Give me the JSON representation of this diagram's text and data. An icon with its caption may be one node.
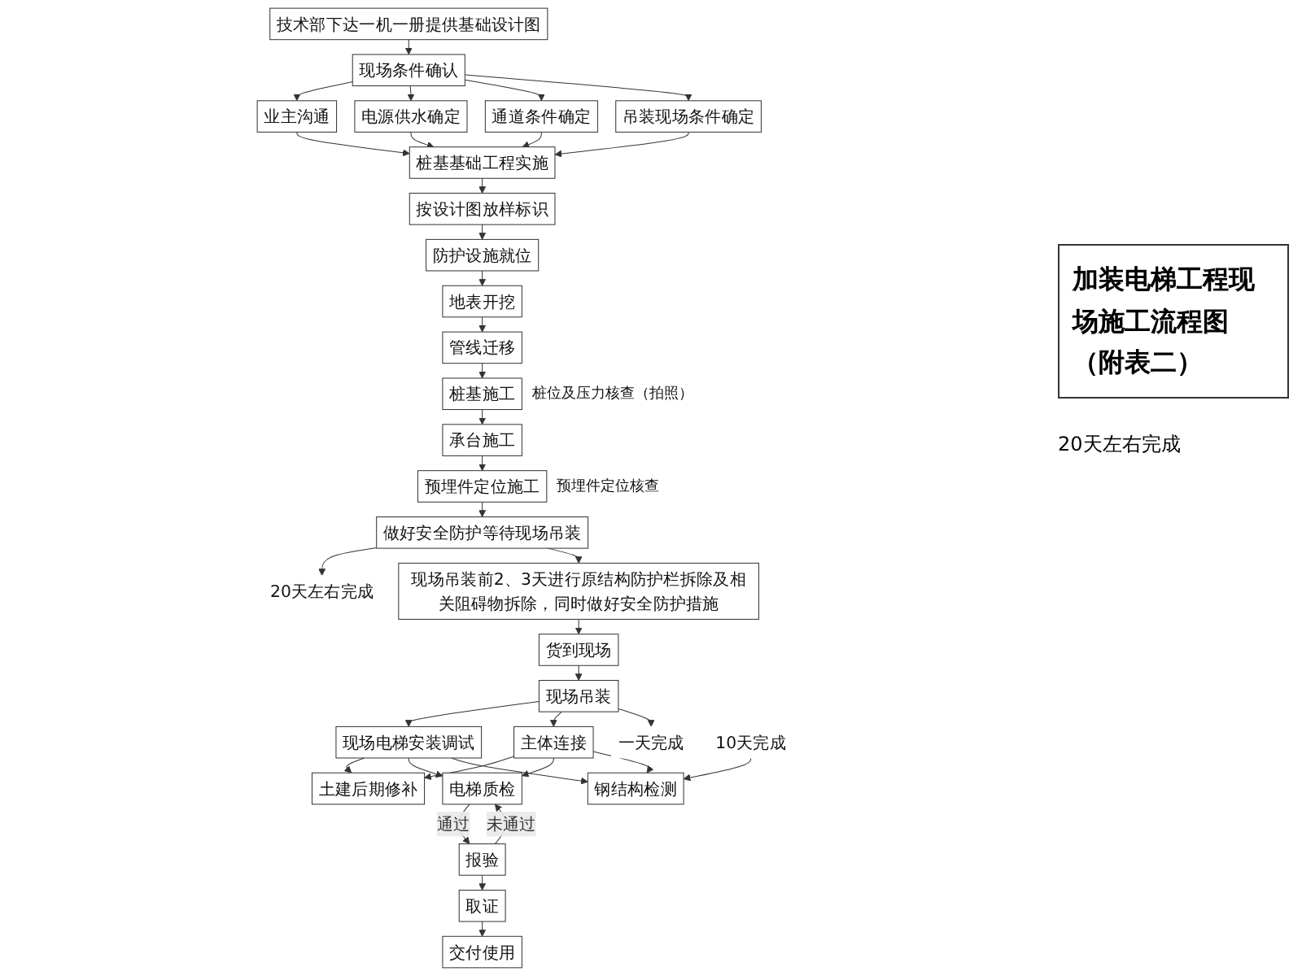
{
  "diagram": {
    "title": "加装电梯工程现场施工流程图（附表二）",
    "nodes": [
      {
        "text": [
          "技术部下达一机一册提供基础设计图"
        ]
      },
      {
        "text": [
          "现场条件确认"
        ]
      },
      {
        "text": [
          "业主沟通"
        ]
      },
      {
        "text": [
          "电源供水确定"
        ]
      },
      {
        "text": [
          "通道条件确定"
        ]
      },
      {
        "text": [
          "吊装现场条件确定"
        ]
      },
      {
        "text": [
          "桩基基础工程实施"
        ]
      },
      {
        "text": [
          "按设计图放样标识"
        ]
      },
      {
        "text": [
          "防护设施就位"
        ]
      },
      {
        "text": [
          "地表开挖"
        ]
      },
      {
        "text": [
          "管线迁移"
        ]
      },
      {
        "text": [
          "桩基施工"
        ],
        "beside": [
          "桩位及压力核查（拍照）"
        ]
      },
      {
        "text": [
          "承台施工"
        ]
      },
      {
        "text": [
          "预埋件定位施工"
        ],
        "beside": [
          "预埋件定位核查"
        ]
      },
      {
        "text": [
          "做好安全防护等待现场吊装"
        ]
      },
      {
        "text": [
          "20天左右完成"
        ]
      },
      {
        "text": [
          "现场吊装前2、3天进行原结构防护栏拆除及相关阻碍物拆除，同时做好安全防护措施"
        ]
      },
      {
        "text": [
          "货到现场"
        ]
      },
      {
        "text": [
          "现场吊装"
        ]
      },
      {
        "text": [
          "一天完成"
        ]
      },
      {
        "text": [
          "主体连接"
        ]
      },
      {
        "text": [
          "现场电梯安装调试"
        ]
      },
      {
        "text": [
          "钢结构检测"
        ]
      },
      {
        "text": [
          "电梯质检"
        ]
      },
      {
        "text": [
          "土建后期修补"
        ]
      },
      {
        "text": [
          "10天完成"
        ]
      },
      {
        "text": [
          "报验"
        ]
      },
      {
        "text": [
          "取证"
        ]
      },
      {
        "text": [
          "交付使用"
        ]
      }
    ],
    "edges": [
      {
        "from": 0,
        "to": 1,
        "arrow": "to"
      },
      {
        "from": 1,
        "to": 2,
        "arrow": "to"
      },
      {
        "from": 1,
        "to": 3,
        "arrow": "to"
      },
      {
        "from": 1,
        "to": 4,
        "arrow": "to"
      },
      {
        "from": 1,
        "to": 5,
        "arrow": "to"
      },
      {
        "from": 2,
        "to": 6,
        "arrow": "to"
      },
      {
        "from": 3,
        "to": 6,
        "arrow": "to"
      },
      {
        "from": 4,
        "to": 6,
        "arrow": "to"
      },
      {
        "from": 5,
        "to": 6,
        "arrow": "to"
      },
      {
        "from": 6,
        "to": 7,
        "arrow": "to"
      },
      {
        "from": 7,
        "to": 8,
        "arrow": "to"
      },
      {
        "from": 8,
        "to": 9,
        "arrow": "to"
      },
      {
        "from": 9,
        "to": 10,
        "arrow": "to"
      },
      {
        "from": 10,
        "to": 11,
        "arrow": "to"
      },
      {
        "from": 11,
        "to": 12,
        "arrow": "to"
      },
      {
        "from": 12,
        "to": 13,
        "arrow": "to"
      },
      {
        "from": 13,
        "to": 14,
        "arrow": "to"
      },
      {
        "from": 14,
        "to": 15,
        "arrow": "to"
      },
      {
        "from": 14,
        "to": 16,
        "arrow": "to"
      },
      {
        "from": 16,
        "to": 17,
        "arrow": "to"
      },
      {
        "from": 17,
        "to": 18,
        "arrow": "to"
      },
      {
        "from": 18,
        "to": 21,
        "arrow": "to"
      },
      {
        "from": 18,
        "to": 20,
        "arrow": "to"
      },
      {
        "from": 18,
        "to": 19,
        "arrow": "to"
      },
      {
        "from": 21,
        "to": 24,
        "arrow": "to"
      },
      {
        "from": 21,
        "to": 23,
        "arrow": "to"
      },
      {
        "from": 21,
        "to": 22,
        "arrow": "to"
      },
      {
        "from": 20,
        "to": 24,
        "arrow": "to"
      },
      {
        "from": 20,
        "to": 23,
        "arrow": "to"
      },
      {
        "from": 20,
        "to": 22,
        "arrow": "to"
      },
      {
        "from": 25,
        "to": 22,
        "arrow": "to"
      },
      {
        "from": 23,
        "to": 26,
        "arrow": "to",
        "label": "通过"
      },
      {
        "from": 26,
        "to": 23,
        "arrow": "to",
        "label": "未通过"
      },
      {
        "from": 26,
        "to": 27,
        "arrow": "to"
      },
      {
        "from": 27,
        "to": 28,
        "arrow": "to"
      }
    ],
    "labels": [
      "20天左右完成"
    ]
  }
}
